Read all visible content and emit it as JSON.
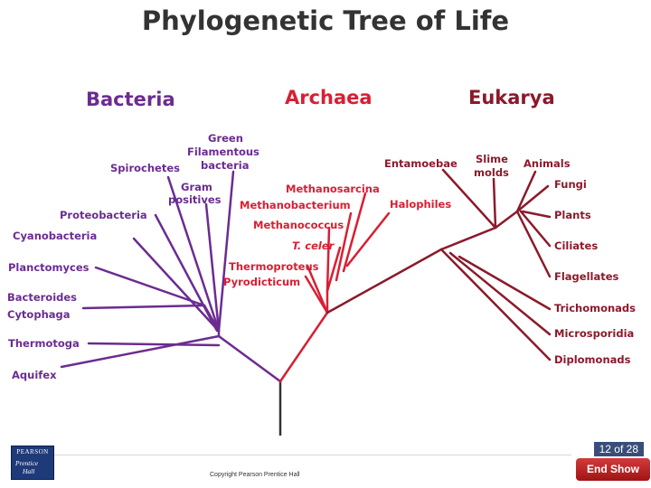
{
  "title": "Phylogenetic Tree of Life",
  "colors": {
    "bacteria": "#6b2c91",
    "archaea": "#d81f33",
    "eukarya": "#8b1a2b",
    "root": "#333333"
  },
  "domains": {
    "bacteria": "Bacteria",
    "archaea": "Archaea",
    "eukarya": "Eukarya"
  },
  "bacteria_labels": {
    "green": [
      "Green",
      "Filamentous",
      "bacteria"
    ],
    "spirochetes": "Spirochetes",
    "gram": [
      "Gram",
      "positives"
    ],
    "proteobacteria": "Proteobacteria",
    "cyanobacteria": "Cyanobacteria",
    "planctomyces": "Planctomyces",
    "bacteroides": [
      "Bacteroides",
      "Cytophaga"
    ],
    "thermotoga": "Thermotoga",
    "aquifex": "Aquifex"
  },
  "archaea_labels": {
    "methanosarcina": "Methanosarcina",
    "methanobacterium": "Methanobacterium",
    "halophiles": "Halophiles",
    "methanococcus": "Methanococcus",
    "tceler": "T. celer",
    "thermoproteus": "Thermoproteus",
    "pyrodicticum": "Pyrodicticum"
  },
  "eukarya_labels": {
    "entamoebae": "Entamoebae",
    "slime": [
      "Slime",
      "molds"
    ],
    "animals": "Animals",
    "fungi": "Fungi",
    "plants": "Plants",
    "ciliates": "Ciliates",
    "flagellates": "Flagellates",
    "trichomonads": "Trichomonads",
    "microsporidia": "Microsporidia",
    "diplomonads": "Diplomonads"
  },
  "footer": {
    "page": "12 of 28",
    "end_show": "End Show",
    "copyright": "Copyright Pearson Prentice Hall",
    "logo": {
      "top": "PEARSON",
      "line1": "Prentice",
      "line2": "Hall"
    }
  }
}
